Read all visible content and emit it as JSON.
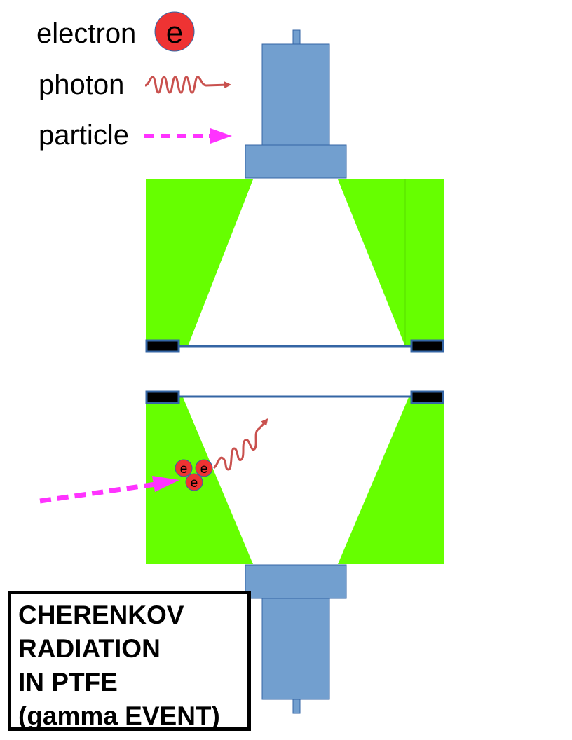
{
  "legend": {
    "electron_label": "electron",
    "photon_label": "photon",
    "particle_label": "particle",
    "electron_symbol": "e"
  },
  "event": {
    "electron_symbols": [
      "e",
      "e",
      "e"
    ]
  },
  "title_box": {
    "lines": [
      "CHERENKOV",
      "RADIATION",
      "IN PTFE",
      "(gamma EVENT)"
    ]
  },
  "colors": {
    "pmt": "#729fcf",
    "pmt_border": "#3465a4",
    "ptfe": "#66ff00",
    "electron": "#ee3333",
    "photon": "#c9514e",
    "particle": "#ff33ff",
    "window": "#3465a4",
    "seal": "#000000"
  }
}
